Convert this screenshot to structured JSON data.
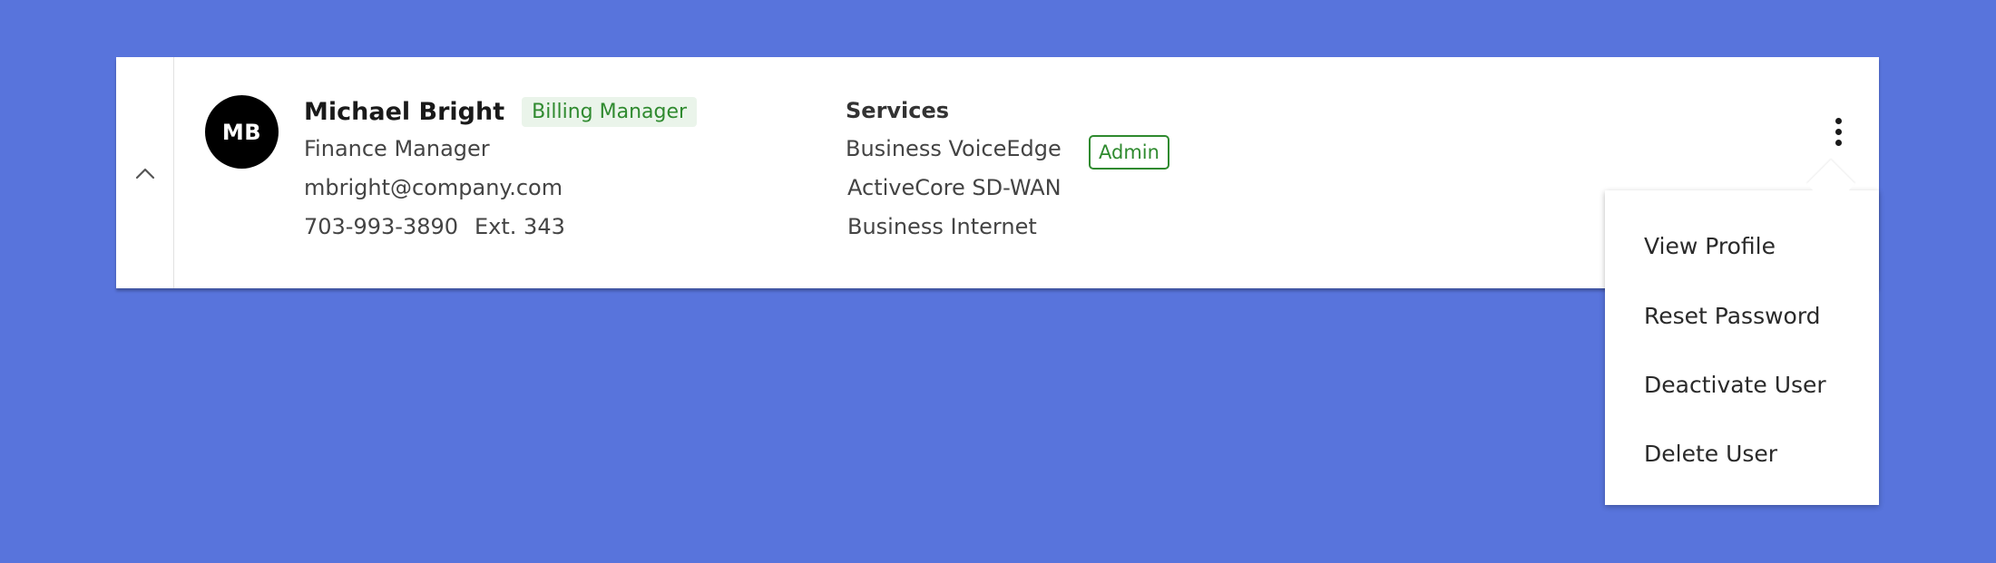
{
  "user": {
    "initials": "MB",
    "name": "Michael Bright",
    "role_tag": "Billing Manager",
    "title": "Finance Manager",
    "email": "mbright@company.com",
    "phone": "703-993-3890",
    "extension": "Ext. 343"
  },
  "services": {
    "heading": "Services",
    "items": [
      {
        "name": "Business VoiceEdge",
        "badge": "Admin"
      },
      {
        "name": "ActiveCore SD-WAN"
      },
      {
        "name": "Business Internet"
      }
    ]
  },
  "actions_menu": {
    "items": [
      {
        "label": "View Profile"
      },
      {
        "label": "Reset Password"
      },
      {
        "label": "Deactivate User"
      },
      {
        "label": "Delete User"
      }
    ]
  },
  "icons": {
    "collapse": "chevron-up-icon",
    "more": "more-vertical-icon"
  },
  "colors": {
    "background": "#5874dc",
    "accent_green": "#2f8a2f",
    "avatar": "#000000"
  }
}
